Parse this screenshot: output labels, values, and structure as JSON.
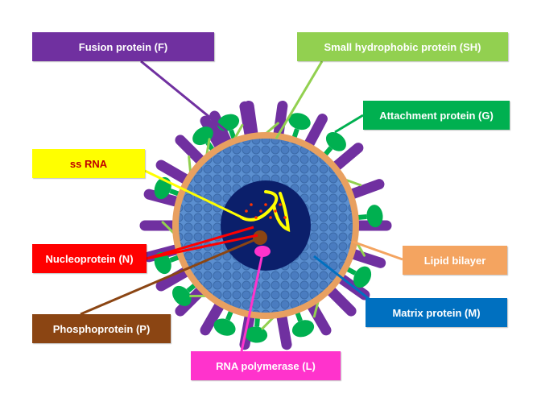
{
  "diagram": {
    "labels": {
      "fusion": "Fusion protein (F)",
      "sh": "Small hydrophobic protein (SH)",
      "attachment": "Attachment protein (G)",
      "ssrna": "ss RNA",
      "nucleoprotein": "Nucleoprotein (N)",
      "lipid": "Lipid bilayer",
      "phosphoprotein": "Phosphoprotein (P)",
      "matrix": "Matrix protein (M)",
      "polymerase": "RNA polymerase (L)"
    },
    "colors": {
      "fusion": "#7030a0",
      "sh": "#92d050",
      "attachment": "#00b050",
      "ssrna": "#ffff00",
      "ssrna_text": "#c00000",
      "nucleoprotein": "#ff0000",
      "lipid": "#f4a460",
      "phosphoprotein": "#8b4513",
      "matrix": "#0070c0",
      "polymerase": "#ff33cc",
      "virus_outer": "#4f81bd",
      "virus_core": "#0b1f6b",
      "lipid_ring": "#e8a060"
    }
  }
}
